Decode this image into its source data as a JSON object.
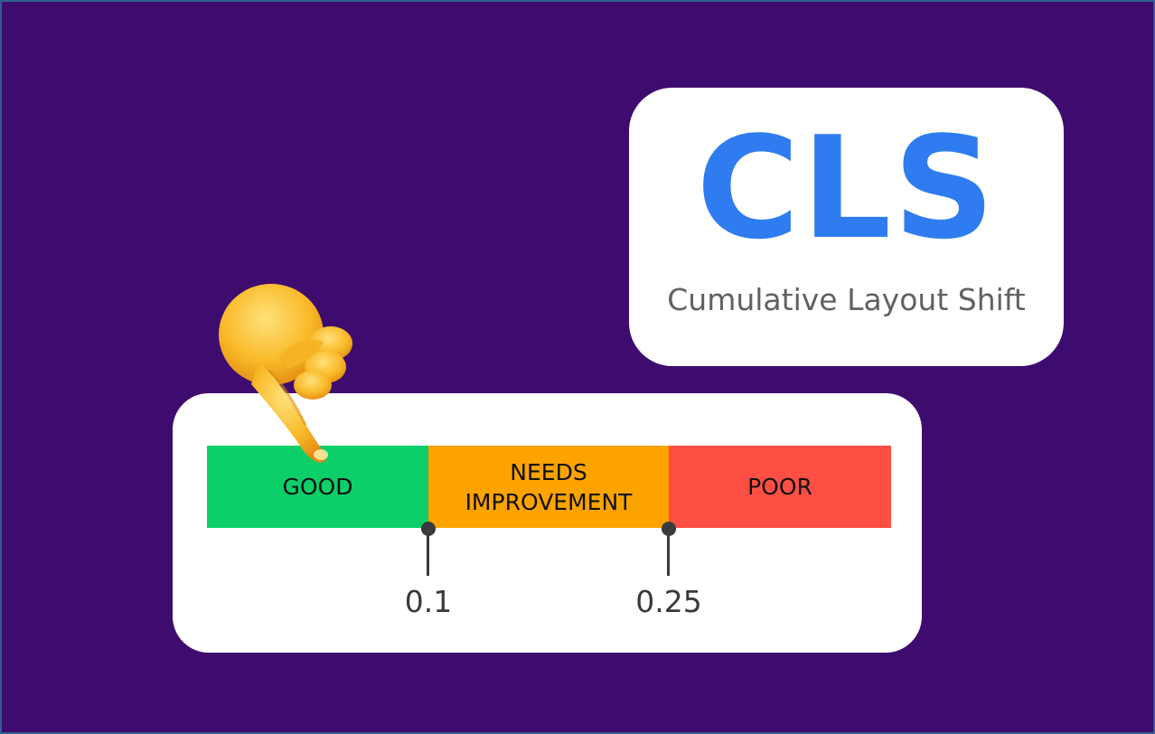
{
  "title_card": {
    "acronym": "CLS",
    "full_name": "Cumulative Layout Shift"
  },
  "scale": {
    "segments": [
      {
        "label": "GOOD",
        "color": "#0ccf6a"
      },
      {
        "label_line1": "NEEDS",
        "label_line2": "IMPROVEMENT",
        "color": "#fca300"
      },
      {
        "label": "POOR",
        "color": "#fe4f44"
      }
    ],
    "thresholds": [
      "0.1",
      "0.25"
    ]
  },
  "colors": {
    "background": "#3e0b6f",
    "accent": "#2f7cf0"
  },
  "icons": {
    "pointer": "pointing-down-hand-icon"
  }
}
